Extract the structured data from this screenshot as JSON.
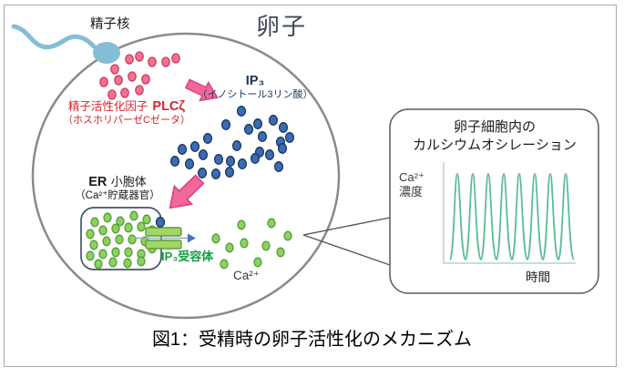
{
  "figure": {
    "caption": "図1：受精時の卵子活性化のメカニズム",
    "egg_label": "卵子",
    "sperm_nucleus_label": "精子核",
    "plcz": {
      "line1_prefix": "精子活性化因子",
      "line1_bold": "PLCζ",
      "line2": "（ホスホリパーゼCゼータ）"
    },
    "ip3": {
      "name": "IP₃",
      "desc": "（イノシトール3リン酸）"
    },
    "er": {
      "name": "ER",
      "name_suffix": "小胞体",
      "desc": "（Ca²⁺貯蔵器官）"
    },
    "receptor_label": "IP₃受容体",
    "calcium_label": "Ca²⁺"
  },
  "callout": {
    "title_line1": "卵子細胞内の",
    "title_line2": "カルシウムオシレーション",
    "y_label_line1": "Ca²⁺",
    "y_label_line2": "濃度",
    "x_label": "時間"
  },
  "chart_data": {
    "type": "line",
    "title": "卵子細胞内のカルシウムオシレーション",
    "xlabel": "時間",
    "ylabel": "Ca²⁺濃度",
    "num_peaks": 8,
    "pattern": "periodic sharp spikes rising from baseline, equal height and spacing",
    "axis_labels_only": true
  },
  "colors": {
    "egg_outline": "#8a8a8a",
    "sperm": "#85bdd6",
    "plcz_dot_fill": "#f2738f",
    "plcz_dot_stroke": "#cc3a62",
    "pink_arrow_fill": "#f2679c",
    "pink_arrow_stroke": "#d8437f",
    "ip3_dot_fill": "#3c6bb4",
    "ip3_dot_stroke": "#17375e",
    "er_box_stroke": "#44546a",
    "calcium_dot_fill": "#8fd060",
    "calcium_dot_stroke": "#4f9e33",
    "channel_fill": "#a2d469",
    "channel_stroke": "#5a9e34",
    "release_arrow_head": "#4472c4",
    "red_text": "#d9242b",
    "navy_text": "#17365d",
    "green_text": "#169c46",
    "spike_line": "#5abd92",
    "chart_axis": "#ccd9e8",
    "callout_stroke": "#595959"
  }
}
